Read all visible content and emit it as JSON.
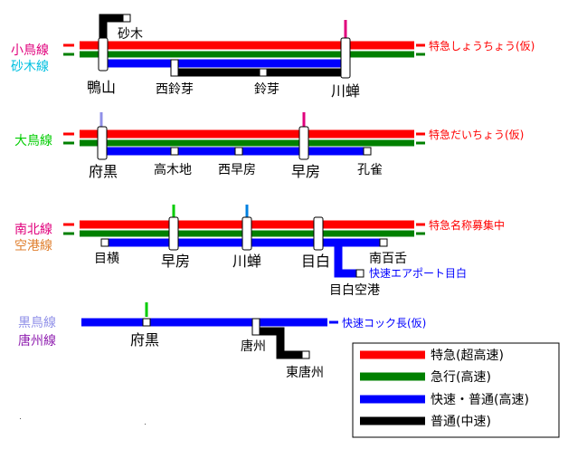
{
  "colors": {
    "limited_express": "#ff0000",
    "express": "#008000",
    "rapid_local": "#0000ff",
    "local": "#000000",
    "line_name_magenta": "#e0007c",
    "line_name_cyan": "#00c0e0",
    "line_name_green": "#00cc00",
    "line_name_orange": "#e08030",
    "line_name_lavender": "#9090e8",
    "line_name_purple": "#9020b0",
    "service_red": "#ff0000",
    "service_blue": "#0000ff"
  },
  "icons": {
    "station": "white-square",
    "major_station": "white-rounded-bar",
    "line_end": "short-arrow-stub"
  },
  "lines": {
    "kotori_line": "小鳥線",
    "sunaki_line": "砂木線",
    "ootori_line": "大鳥線",
    "nanboku_line": "南北線",
    "kuukou_line": "空港線",
    "kurotori_line": "黒鳥線",
    "karasu_line": "唐州線"
  },
  "stations": {
    "sunaki": "砂木",
    "kamoyama": "鴨山",
    "nishisuzume": "西鈴芽",
    "suzume": "鈴芽",
    "kawasemi": "川蝉",
    "fuguro": "府黒",
    "takakiji": "高木地",
    "nishihayabusa": "西早房",
    "hayabusa": "早房",
    "kujaku": "孔雀",
    "mekura": "目横",
    "hayabusa2": "早房",
    "kawasemi2": "川蝉",
    "mejiro": "目白",
    "nanbyakuzetsu": "南百舌",
    "mejiro_airport": "目白空港",
    "fuguro2": "府黒",
    "karasu": "唐州",
    "higashikarasu": "東唐州"
  },
  "services": {
    "line1_service": "特急しょうちょう(仮)",
    "line2_service": "特急だいちょう(仮)",
    "line3_service": "特急名称募集中",
    "airport_service": "快速エアポート目白",
    "line4_service": "快速コック長(仮)"
  },
  "legend": {
    "items": [
      {
        "label": "特急(超高速)",
        "color": "#ff0000"
      },
      {
        "label": "急行(高速)",
        "color": "#008000"
      },
      {
        "label": "快速・普通(高速)",
        "color": "#0000ff"
      },
      {
        "label": "普通(中速)",
        "color": "#000000"
      }
    ]
  }
}
